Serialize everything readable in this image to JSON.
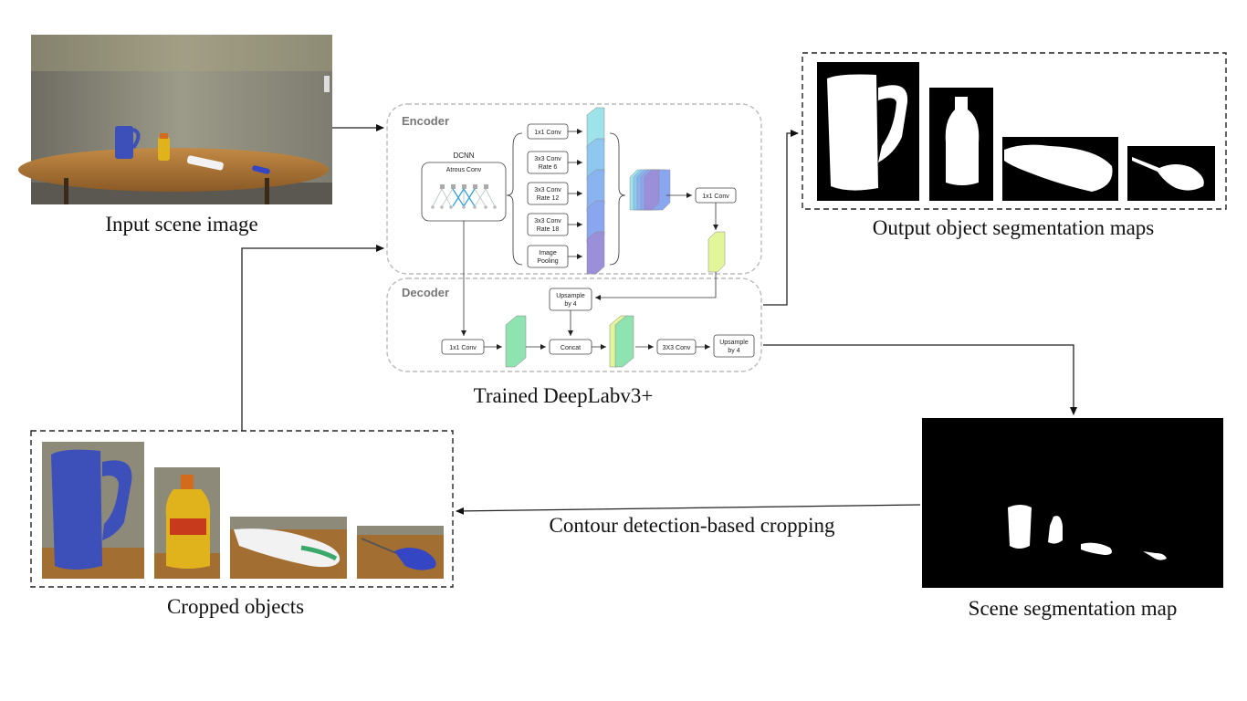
{
  "captions": {
    "input": "Input scene image",
    "output": "Output object segmentation maps",
    "model": "Trained DeepLabv3+",
    "cropped": "Cropped objects",
    "scene_seg": "Scene segmentation map",
    "cropping_arrow": "Contour detection-based cropping"
  },
  "encoder": {
    "title": "Encoder",
    "dcnn_title": "DCNN",
    "dcnn_sub": "Atrous Conv",
    "aspp": [
      {
        "line1": "1x1 Conv",
        "line2": ""
      },
      {
        "line1": "3x3 Conv",
        "line2": "Rate 6"
      },
      {
        "line1": "3x3 Conv",
        "line2": "Rate 12"
      },
      {
        "line1": "3x3 Conv",
        "line2": "Rate 18"
      },
      {
        "line1": "Image",
        "line2": "Pooling"
      }
    ],
    "conv_out": "1x1 Conv"
  },
  "decoder": {
    "title": "Decoder",
    "conv_low": "1x1 Conv",
    "upsample1_l1": "Upsample",
    "upsample1_l2": "by 4",
    "concat": "Concat",
    "conv3": "3X3 Conv",
    "upsample2_l1": "Upsample",
    "upsample2_l2": "by 4"
  },
  "colors": {
    "feature_blue": "#8ab4f0",
    "feature_cyan": "#9ee3ea",
    "feature_purple": "#9a8fd8",
    "feature_green": "#8fe3b0",
    "feature_yellow": "#e2f59a",
    "wall": "#8a8a80",
    "table": "#b07a3a",
    "pitcher": "#3d4fb8",
    "mustard": "#e0b21c"
  }
}
